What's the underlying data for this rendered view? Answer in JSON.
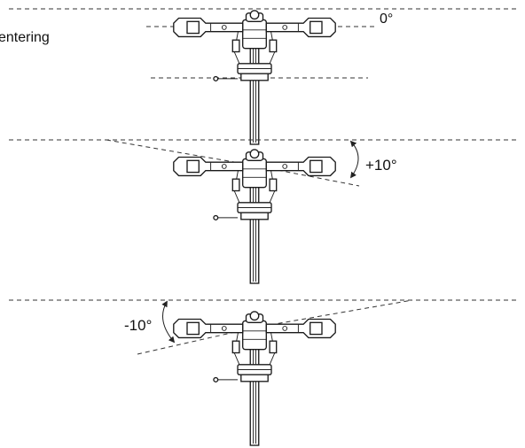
{
  "labels": {
    "centering": "entering",
    "zero": "0°",
    "plus": "+10°",
    "minus": "-10°"
  },
  "colors": {
    "line": "#222222",
    "background": "#ffffff"
  }
}
